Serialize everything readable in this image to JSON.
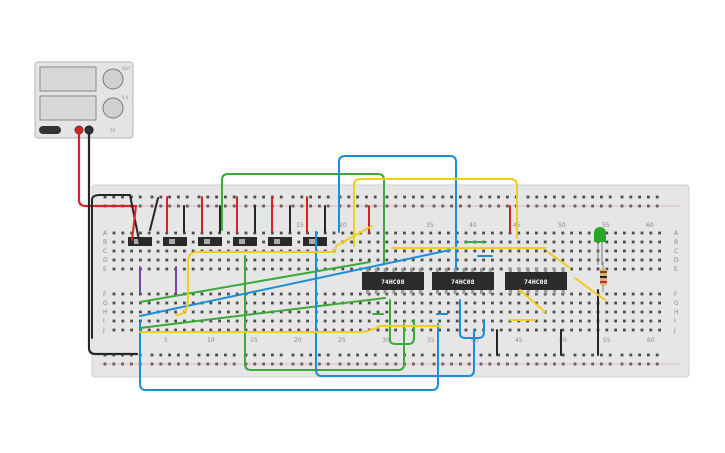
{
  "psu": {
    "label_top": "OUT",
    "label_sub": "0.0",
    "label_brand": "5V"
  },
  "breadboard": {
    "top_columns": [
      "15",
      "20",
      "35",
      "40",
      "45",
      "50",
      "55",
      "60"
    ],
    "top_column_x": [
      300,
      343,
      430,
      473,
      517,
      562,
      606,
      650
    ],
    "bottom_columns": [
      "5",
      "10",
      "15",
      "20",
      "25",
      "30",
      "35",
      "40",
      "45",
      "50",
      "55",
      "60"
    ],
    "bottom_column_x": [
      167,
      210,
      253,
      297,
      341,
      385,
      430,
      474,
      518,
      562,
      606,
      650
    ],
    "rows_top": [
      "A",
      "B",
      "C",
      "D",
      "E"
    ],
    "rows_bottom": [
      "F",
      "G",
      "H",
      "I",
      "J"
    ]
  },
  "chips": [
    {
      "label": "74HC08"
    },
    {
      "label": "74HC08"
    },
    {
      "label": "74HC08"
    }
  ],
  "colors": {
    "red": "#d32424",
    "black": "#262626",
    "blue": "#1a8fd6",
    "green": "#3aaa3a",
    "yellow": "#f2cd1a",
    "purple": "#7a3fb0",
    "board": "#e6e6e6",
    "chip": "#2b2b2b",
    "led": "#26a826"
  }
}
